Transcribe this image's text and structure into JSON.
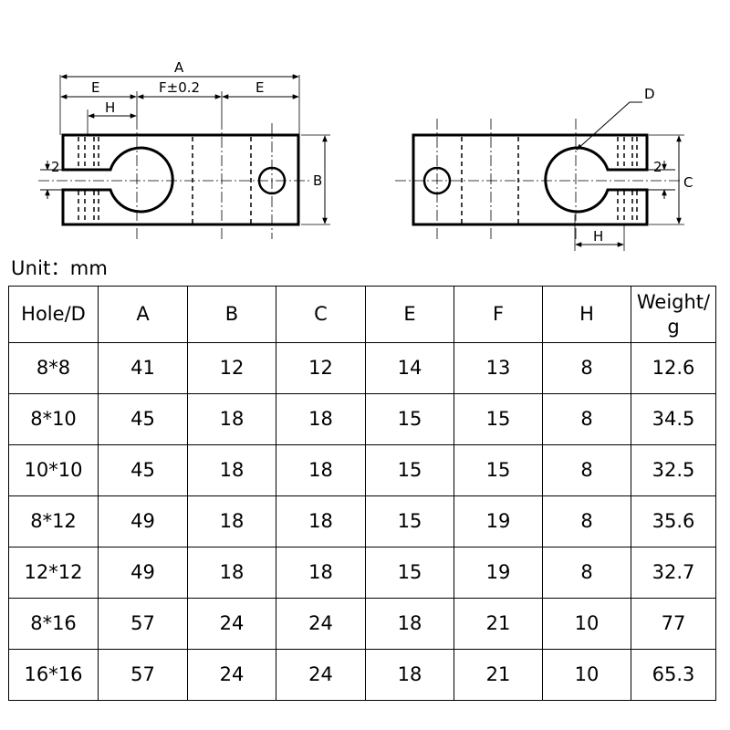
{
  "drawing": {
    "left_view": {
      "dim_overall": "A",
      "dim_end_left": "E",
      "dim_middle": "F±0.2",
      "dim_end_right": "E",
      "dim_slot_width": "H",
      "dim_gap": "2",
      "dim_height": "B"
    },
    "right_view": {
      "dim_bore": "D",
      "dim_gap": "2",
      "dim_height": "C",
      "dim_slot_width": "H"
    }
  },
  "unit_label": "Unit：mm",
  "table": {
    "headers": [
      "Hole/D",
      "A",
      "B",
      "C",
      "E",
      "F",
      "H",
      "Weight/\ng"
    ],
    "rows": [
      [
        "8*8",
        "41",
        "12",
        "12",
        "14",
        "13",
        "8",
        "12.6"
      ],
      [
        "8*10",
        "45",
        "18",
        "18",
        "15",
        "15",
        "8",
        "34.5"
      ],
      [
        "10*10",
        "45",
        "18",
        "18",
        "15",
        "15",
        "8",
        "32.5"
      ],
      [
        "8*12",
        "49",
        "18",
        "18",
        "15",
        "19",
        "8",
        "35.6"
      ],
      [
        "12*12",
        "49",
        "18",
        "18",
        "15",
        "19",
        "8",
        "32.7"
      ],
      [
        "8*16",
        "57",
        "24",
        "24",
        "18",
        "21",
        "10",
        "77"
      ],
      [
        "16*16",
        "57",
        "24",
        "24",
        "18",
        "21",
        "10",
        "65.3"
      ]
    ]
  }
}
